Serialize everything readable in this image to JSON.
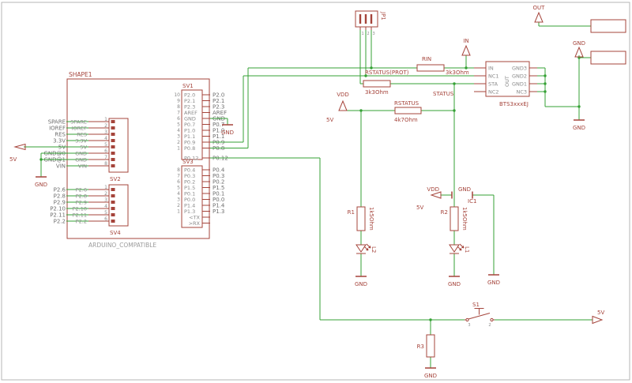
{
  "colors": {
    "net": "#35a135",
    "component": "#a5443b",
    "pin_text": "#8a8a8a",
    "net_label": "#6e6e6e",
    "value_gray": "#9c9c9c",
    "frame": "#b6b6b6",
    "background": "#ffffff"
  },
  "shape1": {
    "name": "SHAPE1",
    "value": "ARDUINO_COMPATIBLE"
  },
  "sv2": {
    "name": "SV2",
    "pins": [
      {
        "num": "1",
        "name": "SPARE",
        "label": "SPARE"
      },
      {
        "num": "2",
        "name": "IOREF",
        "label": "IOREF"
      },
      {
        "num": "3",
        "name": "RES",
        "label": "RES"
      },
      {
        "num": "4",
        "name": "3.3V",
        "label": "3.3V"
      },
      {
        "num": "5",
        "name": "5V",
        "label": "5V"
      },
      {
        "num": "6",
        "name": "GND",
        "label": "GND@0"
      },
      {
        "num": "7",
        "name": "GND",
        "label": "GND@1"
      },
      {
        "num": "8",
        "name": "VIN",
        "label": "VIN"
      }
    ]
  },
  "sv4": {
    "name": "SV4",
    "pins": [
      {
        "num": "1",
        "name": "P2.6",
        "label": "P2.6"
      },
      {
        "num": "2",
        "name": "P2.8",
        "label": "P2.8"
      },
      {
        "num": "3",
        "name": "P2.9",
        "label": "P2.9"
      },
      {
        "num": "4",
        "name": "P2.10",
        "label": "P2.10"
      },
      {
        "num": "5",
        "name": "P2.11",
        "label": "P2.11"
      },
      {
        "num": "6",
        "name": "P2.2",
        "label": "P2.2"
      }
    ]
  },
  "sv1": {
    "name": "SV1",
    "pins": [
      {
        "num": "10",
        "name": "P2.0",
        "label": "P2.0"
      },
      {
        "num": "9",
        "name": "P2.1",
        "label": "P2.1"
      },
      {
        "num": "8",
        "name": "P2.3",
        "label": "P2.3"
      },
      {
        "num": "7",
        "name": "AREF",
        "label": "AREF"
      },
      {
        "num": "6",
        "name": "GND",
        "label": "GND"
      },
      {
        "num": "5",
        "name": "P0.7",
        "label": "P0.7"
      },
      {
        "num": "4",
        "name": "P1.0",
        "label": "P1.0"
      },
      {
        "num": "3",
        "name": "P1.1",
        "label": "P1.1"
      },
      {
        "num": "2",
        "name": "P0.9",
        "label": "P0.9"
      },
      {
        "num": "1",
        "name": "P0.8",
        "label": "P0.8"
      },
      {
        "num": "",
        "name": "P0.12",
        "label": "P0.12"
      }
    ]
  },
  "sv3": {
    "name": "SV3",
    "pins": [
      {
        "num": "8",
        "name": "P0.4",
        "label": "P0.4"
      },
      {
        "num": "7",
        "name": "P0.3",
        "label": "P0.3"
      },
      {
        "num": "6",
        "name": "P0.2",
        "label": "P0.2"
      },
      {
        "num": "5",
        "name": "P1.5",
        "label": "P1.5"
      },
      {
        "num": "4",
        "name": "P0.1",
        "label": "P0.1"
      },
      {
        "num": "3",
        "name": "P0.0",
        "label": "P0.0"
      },
      {
        "num": "2",
        "name": "P1.4",
        "label": "P1.4"
      },
      {
        "num": "1",
        "name": "P1.3",
        "label": "P1.3"
      },
      {
        "num": "",
        "name": "<TX",
        "label": ""
      },
      {
        "num": "",
        "name": ">RX",
        "label": ""
      }
    ]
  },
  "jp1": {
    "name": "JP1",
    "pin_numbers": [
      "1",
      "2",
      "3"
    ]
  },
  "ic": {
    "value": "BTS3xxxEJ",
    "pin_out": "OUT",
    "pins_left": [
      "IN",
      "NC1",
      "STA",
      "NC2"
    ],
    "pins_right": [
      "GND3",
      "GND2",
      "GND1",
      "NC3"
    ]
  },
  "ic1": {
    "name": "IC1",
    "pin_vdd": "VDD",
    "pin_gnd": "GND",
    "value": "5V"
  },
  "r_rstatus_prot": {
    "name": "RSTATUS(PROT)",
    "value": "3k3Ohm"
  },
  "r_rin": {
    "name": "RIN",
    "value": "3k3Ohm"
  },
  "r_rstatus": {
    "name": "RSTATUS",
    "value": "4k7Ohm"
  },
  "r1": {
    "name": "R1",
    "value": "1k5Ohm"
  },
  "r2": {
    "name": "R2",
    "value": "1k5Ohm"
  },
  "r3": {
    "name": "R3"
  },
  "led_l1": {
    "name": "L1"
  },
  "led_l2": {
    "name": "L2"
  },
  "s1": {
    "name": "S1",
    "pin_left": "3",
    "pin_right": "2"
  },
  "supplies": {
    "in": "IN",
    "out": "OUT",
    "gnd": "GND",
    "vdd": "VDD",
    "v5": "5V",
    "status": "STATUS"
  }
}
